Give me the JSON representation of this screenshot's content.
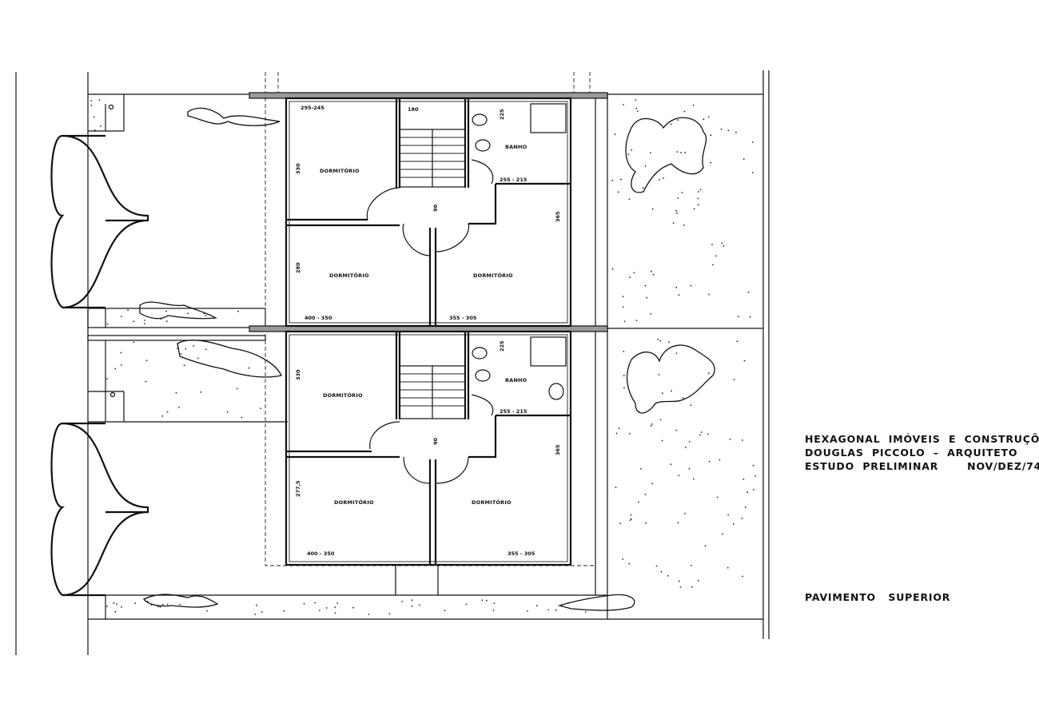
{
  "title_block": {
    "line1": "HEXAGONAL  IMÓVEIS  E  CONSTRUÇÕES",
    "line2": "DOUGLAS  PICCOLO  –  ARQUITETO",
    "line3": "ESTUDO  PRELIMINAR       NOV/DEZ/74"
  },
  "floor_label": "PAVIMENTO   SUPERIOR",
  "units": [
    {
      "rooms": {
        "dorm_top": "DORMITÓRIO",
        "dorm_bottom_left": "DORMITÓRIO",
        "dorm_bottom_right": "DORMITÓRIO",
        "bath": "BANHO"
      },
      "dims": {
        "top_left": "295-245",
        "stair": "180",
        "bath_h": "225",
        "bath_w": "255 - 215",
        "dorm_top_h": "330",
        "hall": "90",
        "dorm_right_h": "365",
        "dorm_left_h": "280",
        "dorm_left_w": "400 - 350",
        "dorm_right_w": "355 - 305"
      }
    },
    {
      "rooms": {
        "dorm_top": "DORMITÓRIO",
        "dorm_bottom_left": "DORMITÓRIO",
        "dorm_bottom_right": "DORMITÓRIO",
        "bath": "BANHO"
      },
      "dims": {
        "stair": "",
        "bath_h": "225",
        "bath_w": "255 - 215",
        "dorm_top_h": "330",
        "hall": "90",
        "dorm_right_h": "365",
        "dorm_left_h": "277,5",
        "dorm_left_w": "400 - 350",
        "dorm_right_w": "355 - 305"
      }
    }
  ],
  "colors": {
    "ink": "#111111",
    "beam": "#9a9a9a",
    "paper": "#ffffff"
  }
}
